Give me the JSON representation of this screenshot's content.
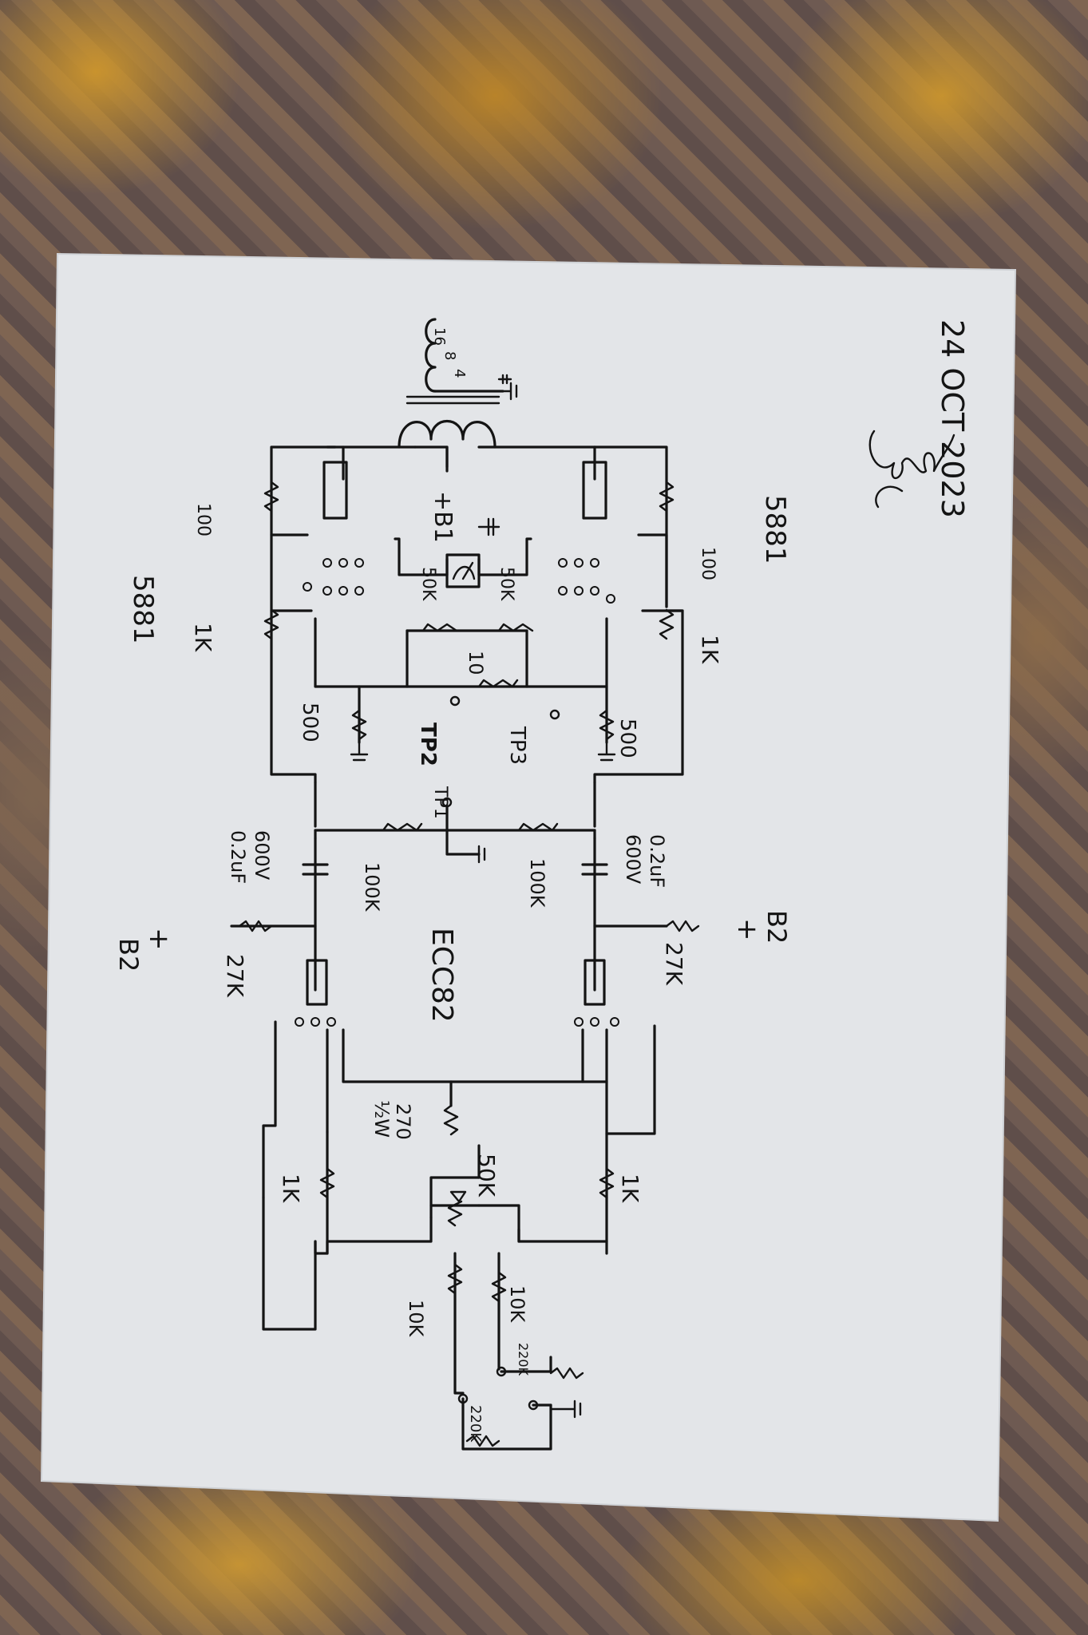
{
  "diagram": {
    "tube_driver": "ECC82",
    "tube_output_left": "5881",
    "tube_output_right": "5881",
    "supply_left": "B2",
    "supply_right": "B2",
    "supply_output": "+B1",
    "plus_sign": "+",
    "resistors": {
      "r_27k_left": "27K",
      "r_27k_right": "27K",
      "r_100k_left": "100K",
      "r_100k_right": "100K",
      "r_1k_left": "1K",
      "r_1k_right": "1K",
      "r_10k_left": "10K",
      "r_10k_right": "10K",
      "r_220k_left": "220K",
      "r_220k_right": "220K",
      "r_270": "270",
      "r_270_power": "½W",
      "pot_50k_input": "50K",
      "r_500_left": "500",
      "r_500_right": "500",
      "r_10_bias": "10",
      "pot_50k_left": "50K",
      "pot_50k_right": "50K",
      "r_1k_screen_left": "1K",
      "r_1k_screen_right": "1K",
      "r_100_grid_left": "100",
      "r_100_grid_right": "100"
    },
    "capacitors": {
      "c_left_value": "0.2uF",
      "c_left_voltage": "600V",
      "c_right_value": "0.2uF",
      "c_right_voltage": "600V"
    },
    "test_points": {
      "tp1": "TP1",
      "tp2": "TP2",
      "tp3": "TP3"
    },
    "transformer_taps": [
      "16",
      "8",
      "4"
    ],
    "date": "24 OCT 2023"
  },
  "colors": {
    "paper": "#e4e6e9",
    "ink": "#141414"
  }
}
